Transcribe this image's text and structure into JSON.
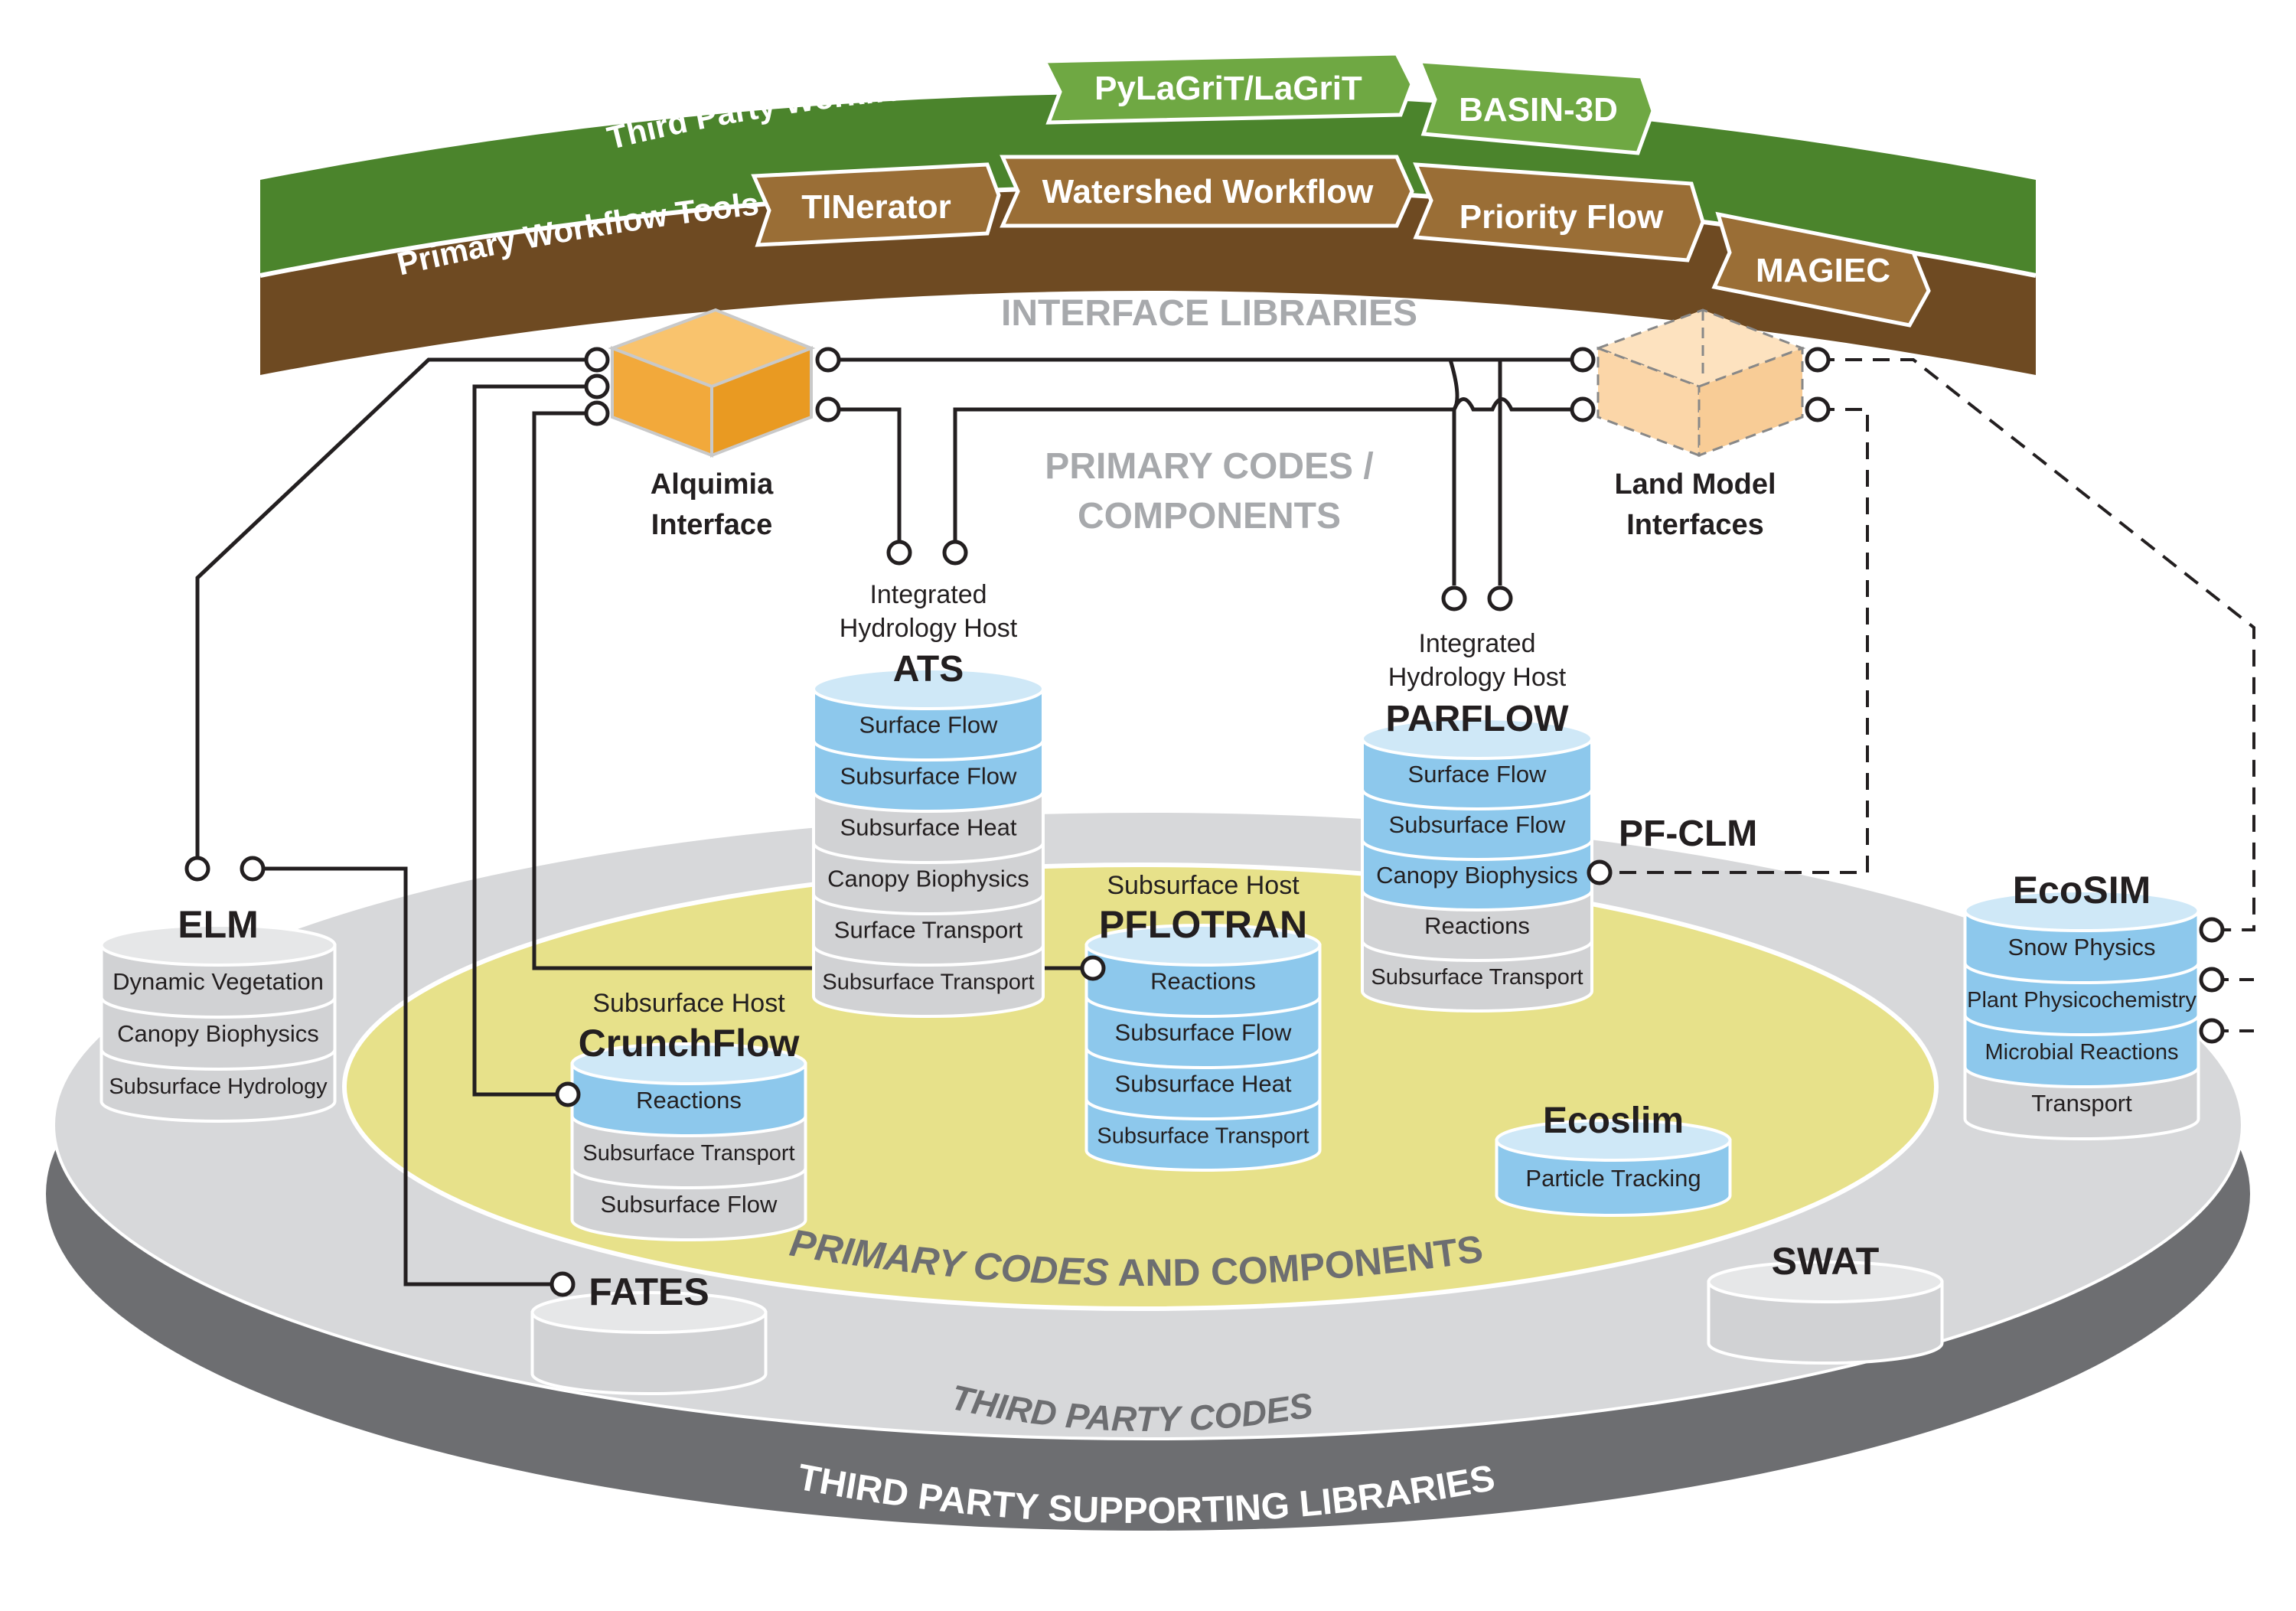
{
  "workflow_band": {
    "third_party_label": "Third Party Workflow Tools",
    "third_party_tools": [
      "PyLaGriT/LaGriT",
      "BASIN-3D"
    ],
    "primary_label": "Primary Workflow Tools",
    "primary_tools": [
      "TINerator",
      "Watershed Workflow",
      "Priority Flow",
      "MAGIEC"
    ],
    "colors": {
      "green": "#4f8a2e",
      "brown": "#7a5526",
      "tag_green": "#6da640",
      "tag_brown": "#9a6f35"
    }
  },
  "layers": {
    "interface_libraries": "INTERFACE LIBRARIES",
    "primary_codes_line1": "PRIMARY CODES /",
    "primary_codes_line2": "COMPONENTS",
    "primary_codes_and_components_italic": "PRIMARY CODES",
    "primary_codes_and_components_rest": "AND COMPONENTS",
    "third_party_codes": "THIRD PARTY CODES",
    "third_party_supporting": "THIRD PARTY SUPPORTING LIBRARIES"
  },
  "interfaces": {
    "alquimia_line1": "Alquimia",
    "alquimia_line2": "Interface",
    "land_model_line1": "Land Model",
    "land_model_line2": "Interfaces"
  },
  "codes": {
    "ats": {
      "role_line1": "Integrated",
      "role_line2": "Hydrology Host",
      "name": "ATS",
      "layers": [
        "Surface Flow",
        "Subsurface Flow",
        "Subsurface Heat",
        "Canopy Biophysics",
        "Surface Transport",
        "Subsurface Transport"
      ]
    },
    "parflow": {
      "role_line1": "Integrated",
      "role_line2": "Hydrology Host",
      "name": "PARFLOW",
      "layers": [
        "Surface Flow",
        "Subsurface Flow",
        "Canopy Biophysics",
        "Reactions",
        "Subsurface Transport"
      ],
      "pf_clm": "PF-CLM"
    },
    "pflotran": {
      "role": "Subsurface Host",
      "name": "PFLOTRAN",
      "layers": [
        "Reactions",
        "Subsurface Flow",
        "Subsurface Heat",
        "Subsurface Transport"
      ]
    },
    "crunchflow": {
      "role": "Subsurface Host",
      "name": "CrunchFlow",
      "layers": [
        "Reactions",
        "Subsurface Transport",
        "Subsurface Flow"
      ]
    },
    "elm": {
      "name": "ELM",
      "layers": [
        "Dynamic Vegetation",
        "Canopy Biophysics",
        "Subsurface Hydrology"
      ]
    },
    "ecosim": {
      "name": "EcoSIM",
      "layers": [
        "Snow Physics",
        "Plant Physicochemistry",
        "Microbial Reactions",
        "Transport"
      ]
    },
    "ecoslim": {
      "name": "Ecoslim",
      "layers": [
        "Particle Tracking"
      ]
    },
    "fates": {
      "name": "FATES"
    },
    "swat": {
      "name": "SWAT"
    }
  }
}
